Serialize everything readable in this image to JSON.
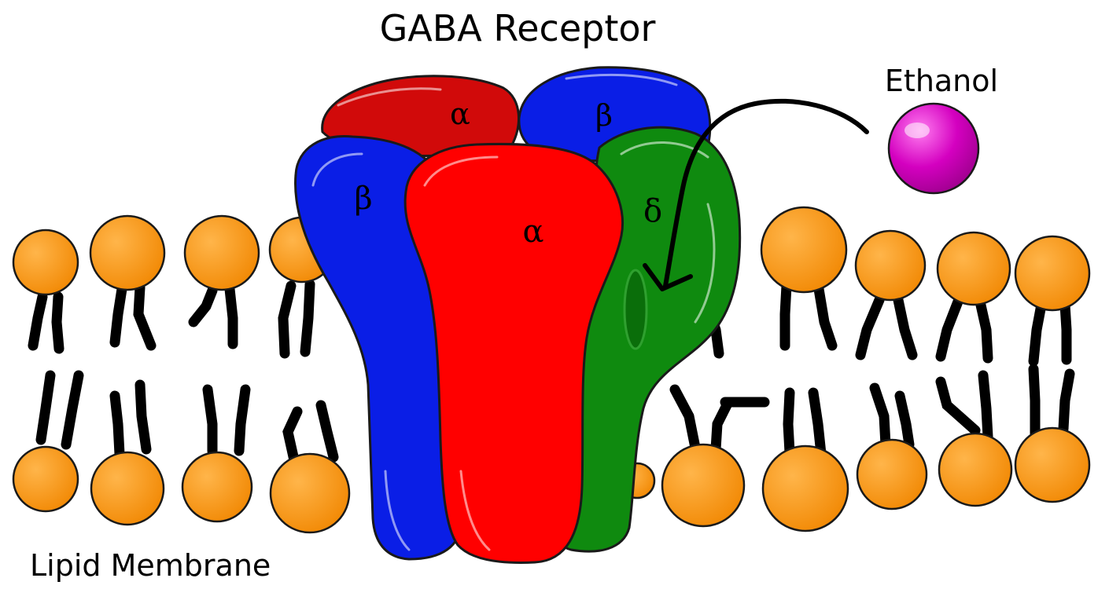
{
  "title": "GABA Receptor",
  "labels": {
    "ethanol": "Ethanol",
    "membrane": "Lipid Membrane"
  },
  "subunits": {
    "back_alpha": "α",
    "back_beta": "β",
    "left_beta": "β",
    "front_alpha": "α",
    "delta": "δ"
  },
  "colors": {
    "alpha_back": "#d10a0a",
    "alpha_front": "#ff0000",
    "beta": "#0a1ee6",
    "delta": "#0f8a0f",
    "lipid_head": "#f7930f",
    "ethanol": "#d400c0"
  }
}
